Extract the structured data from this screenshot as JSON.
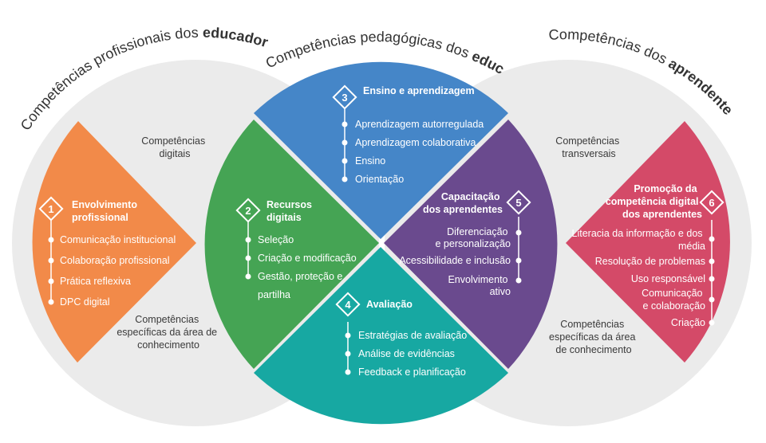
{
  "arcs": {
    "left": {
      "regular": "Competências profissionais dos ",
      "bold": "educadores"
    },
    "center": {
      "regular": "Competências pedagógicas dos ",
      "bold": "educadores"
    },
    "right": {
      "regular": "Competências dos ",
      "bold": "aprendentes"
    }
  },
  "annotations": {
    "left_top": [
      "Competências",
      "digitais"
    ],
    "left_bottom": [
      "Competências",
      "específicas da área de",
      "conhecimento"
    ],
    "right_top": [
      "Competências",
      "transversais"
    ],
    "right_bottom": [
      "Competências",
      "específicas da área",
      "de conhecimento"
    ]
  },
  "areas": {
    "a1": {
      "number": "1",
      "title": [
        "Envolvimento",
        "profissional"
      ],
      "items": [
        "Comunicação institucional",
        "Colaboração profissional",
        "Prática reflexiva",
        "DPC digital"
      ],
      "color": "#f28a49"
    },
    "a2": {
      "number": "2",
      "title": [
        "Recursos",
        "digitais"
      ],
      "items": [
        "Seleção",
        "Criação e modificação",
        "Gestão, proteção e",
        "partilha"
      ],
      "color": "#45a454"
    },
    "a3": {
      "number": "3",
      "title": [
        "Ensino e aprendizagem"
      ],
      "items": [
        "Aprendizagem autorregulada",
        "Aprendizagem colaborativa",
        "Ensino",
        "Orientação"
      ],
      "color": "#4586c8"
    },
    "a4": {
      "number": "4",
      "title": [
        "Avaliação"
      ],
      "items": [
        "Estratégias de avaliação",
        "Análise de evidências",
        "Feedback e planificação"
      ],
      "color": "#17a8a2"
    },
    "a5": {
      "number": "5",
      "title": [
        "Capacitação",
        "dos aprendentes"
      ],
      "items": [
        [
          "Diferenciação",
          "e personalização"
        ],
        [
          "Acessibilidade e inclusão"
        ],
        [
          "Envolvimento",
          "ativo"
        ]
      ],
      "color": "#6a4a8e"
    },
    "a6": {
      "number": "6",
      "title": [
        "Promoção da",
        "competência digital",
        "dos aprendentes"
      ],
      "items": [
        [
          "Literacia da informação e dos",
          "média"
        ],
        [
          "Resolução de problemas"
        ],
        [
          "Uso responsável"
        ],
        [
          "Comunicação",
          "e colaboração"
        ],
        [
          "Criação"
        ]
      ],
      "color": "#d44a68"
    }
  },
  "colors": {
    "circle_gray": "#ebebeb",
    "line_white": "#ffffff"
  }
}
